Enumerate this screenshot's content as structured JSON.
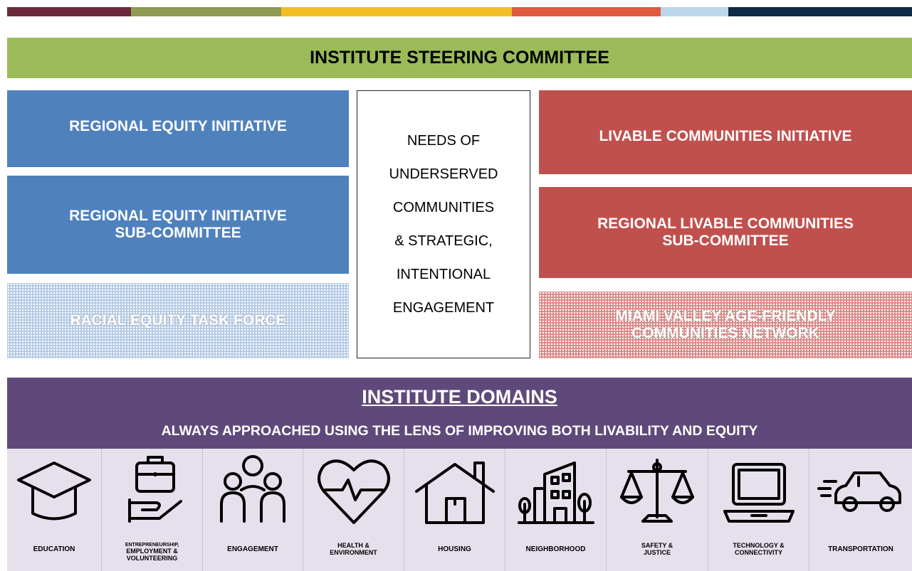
{
  "colors": {
    "stripes": [
      "#6b2a3b",
      "#8f9a52",
      "#f3bd26",
      "#e05a40",
      "#bcd6ea",
      "#0e2a44"
    ],
    "steering_bg": "#9bbb59",
    "blue": "#4f81bd",
    "red": "#c0504d",
    "domains_bg": "#5f497a",
    "domain_cell_bg": "#e6e0ec"
  },
  "steering": {
    "title": "INSTITUTE STEERING COMMITTEE"
  },
  "left": {
    "initiative": "REGIONAL EQUITY INITIATIVE",
    "subcommittee_line1": "REGIONAL EQUITY INITIATIVE",
    "subcommittee_line2": "SUB-COMMITTEE",
    "taskforce": "RACIAL EQUITY TASK FORCE"
  },
  "center": {
    "lines": [
      "NEEDS OF",
      "UNDERSERVED",
      "COMMUNITIES",
      "& STRATEGIC,",
      "INTENTIONAL",
      "ENGAGEMENT"
    ]
  },
  "right": {
    "initiative": "LIVABLE COMMUNITIES INITIATIVE",
    "subcommittee_line1": "REGIONAL LIVABLE COMMUNITIES",
    "subcommittee_line2": "SUB-COMMITTEE",
    "network_line1": "MIAMI VALLEY AGE-FRIENDLY",
    "network_line2": "COMMUNITIES NETWORK"
  },
  "domains": {
    "title": "INSTITUTE DOMAINS",
    "subtitle": "ALWAYS APPROACHED USING THE LENS OF IMPROVING BOTH LIVABILITY AND EQUITY",
    "items": [
      {
        "icon": "graduation-cap-icon",
        "line1": "EDUCATION",
        "line2": "",
        "line3": ""
      },
      {
        "icon": "briefcase-hand-icon",
        "line1": "ENTREPRENEURSHIP,",
        "line2": "EMPLOYMENT &",
        "line3": "VOLUNTEERING"
      },
      {
        "icon": "people-group-icon",
        "line1": "ENGAGEMENT",
        "line2": "",
        "line3": ""
      },
      {
        "icon": "heart-pulse-icon",
        "line1": "HEALTH &",
        "line2": "ENVIRONMENT",
        "line3": ""
      },
      {
        "icon": "house-icon",
        "line1": "HOUSING",
        "line2": "",
        "line3": ""
      },
      {
        "icon": "buildings-icon",
        "line1": "NEIGHBORHOOD",
        "line2": "",
        "line3": ""
      },
      {
        "icon": "scales-icon",
        "line1": "SAFETY &",
        "line2": "JUSTICE",
        "line3": ""
      },
      {
        "icon": "laptop-icon",
        "line1": "TECHNOLOGY &",
        "line2": "CONNECTIVITY",
        "line3": ""
      },
      {
        "icon": "car-icon",
        "line1": "TRANSPORTATION",
        "line2": "",
        "line3": ""
      }
    ]
  }
}
